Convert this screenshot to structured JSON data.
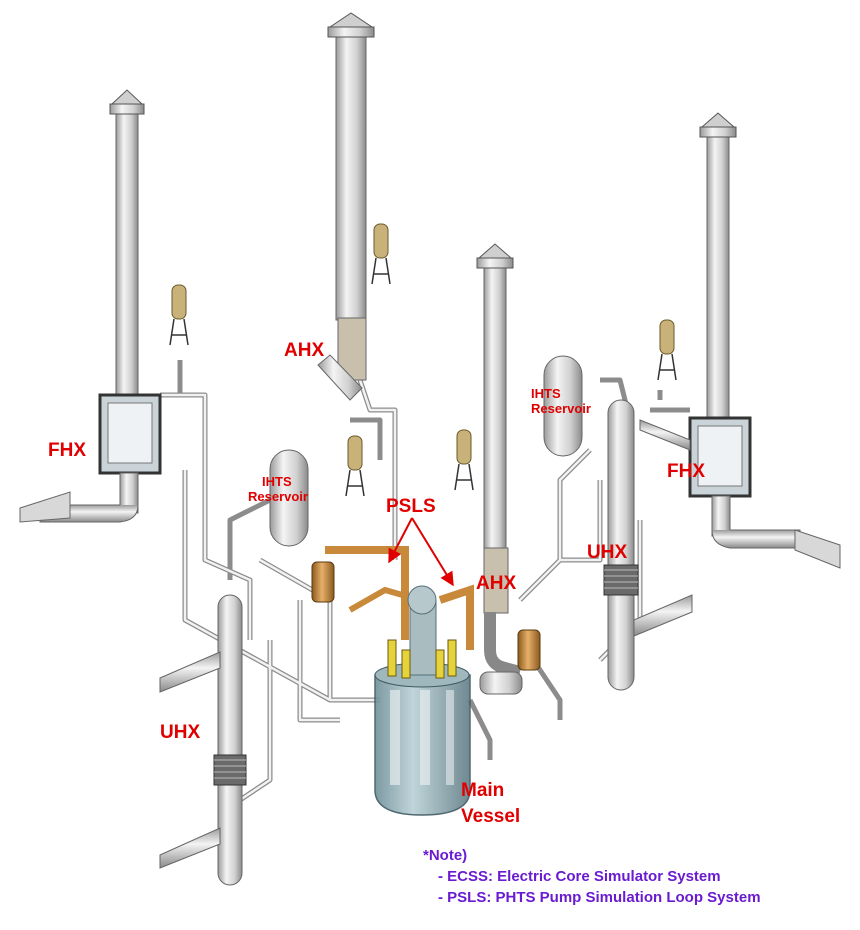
{
  "labels": {
    "fhx_left": "FHX",
    "fhx_right": "FHX",
    "ahx_top": "AHX",
    "ahx_center": "AHX",
    "uhx_left": "UHX",
    "uhx_right": "UHX",
    "ihts_left": [
      "IHTS",
      "Reservoir"
    ],
    "ihts_right": [
      "IHTS",
      "Reservoir"
    ],
    "psls": "PSLS",
    "main_vessel": [
      "Main",
      "Vessel"
    ]
  },
  "note": {
    "title": "*Note)",
    "lines": [
      "- ECSS: Electric Core Simulator System",
      "- PSLS: PHTS Pump Simulation Loop System"
    ]
  },
  "colors": {
    "label": "#e00000",
    "note": "#6a1bd1",
    "pipe": "#d9d9d9",
    "pipe_edge": "#7a7a7a",
    "copper": "#c8893a"
  }
}
